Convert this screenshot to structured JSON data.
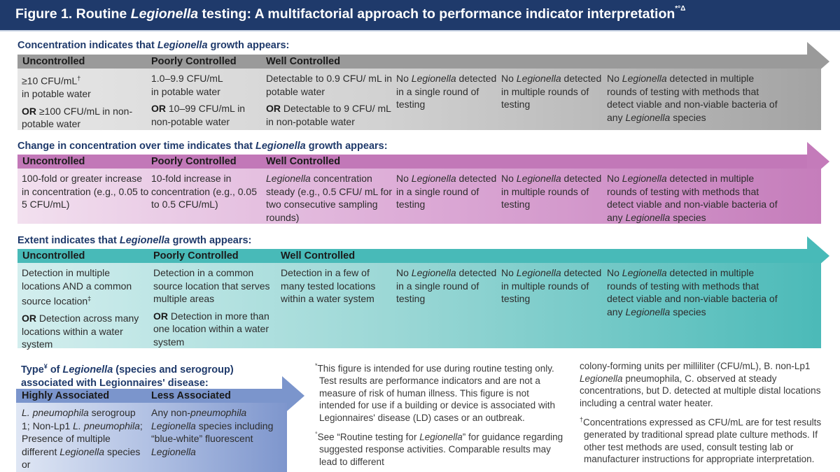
{
  "figure": {
    "title_prefix": "Figure 1. Routine ",
    "title_italic": "Legionella",
    "title_suffix": " testing: A multifactorial approach to performance indicator interpretation",
    "title_marks": "*°Δ"
  },
  "sections": [
    {
      "id": "concentration",
      "heading_prefix": "Concentration indicates that ",
      "heading_italic": "Legionella",
      "heading_suffix": " growth appears:",
      "color": "#9a9a9a",
      "columns": [
        "Uncontrolled",
        "Poorly Controlled",
        "Well Controlled"
      ],
      "cells": {
        "uncontrolled_1": "≥10 CFU/mL† in potable water",
        "uncontrolled_1a": "≥10 CFU/mL",
        "uncontrolled_1b": "†",
        "uncontrolled_1c": "in potable water",
        "uncontrolled_2_or": "OR",
        "uncontrolled_2": " ≥100 CFU/mL in non-potable water",
        "poorly_1a": "1.0–9.9 CFU/mL",
        "poorly_1b": "in potable water",
        "poorly_2_or": "OR",
        "poorly_2": " 10–99 CFU/mL in non-potable water",
        "well_1": "Detectable to 0.9 CFU/ mL in potable water",
        "well_2_or": "OR",
        "well_2": " Detectable to 9 CFU/ mL in non-potable water",
        "single_no": "No ",
        "single_italic": "Legionella",
        "single_rest": " detected in a single round of testing",
        "multi_no": "No ",
        "multi_italic": "Legionella",
        "multi_rest": " detected in multiple rounds of testing",
        "viable_no": "No ",
        "viable_italic": "Legionella",
        "viable_rest": " detected in multiple rounds of testing with methods that detect viable and non-viable bacteria of any ",
        "viable_italic2": "Legionella",
        "viable_end": " species"
      }
    },
    {
      "id": "change-over-time",
      "heading_prefix": "Change in concentration over time indicates that ",
      "heading_italic": "Legionella",
      "heading_suffix": " growth appears:",
      "color": "#c278b8",
      "columns": [
        "Uncontrolled",
        "Poorly Controlled",
        "Well Controlled"
      ],
      "cells": {
        "uncontrolled": "100-fold or greater increase in concentration (e.g., 0.05 to 5 CFU/mL)",
        "poorly": "10-fold increase in concentration (e.g., 0.05 to 0.5 CFU/mL)",
        "well_italic": "Legionella",
        "well_rest": " concentration steady (e.g., 0.5 CFU/ mL for two consecutive sampling rounds)",
        "single_no": "No ",
        "single_italic": "Legionella",
        "single_rest": " detected in a single round of testing",
        "multi_no": "No ",
        "multi_italic": "Legionella",
        "multi_rest": " detected in multiple rounds of testing",
        "viable_no": "No ",
        "viable_italic": "Legionella",
        "viable_rest": " detected in multiple rounds of testing with methods that detect viable and non-viable bacteria of any ",
        "viable_italic2": "Legionella",
        "viable_end": " species"
      }
    },
    {
      "id": "extent",
      "heading_prefix": "Extent indicates that ",
      "heading_italic": "Legionella",
      "heading_suffix": " growth appears:",
      "color": "#48bab8",
      "columns": [
        "Uncontrolled",
        "Poorly Controlled",
        "Well Controlled"
      ],
      "cells": {
        "uncontrolled_1": "Detection in multiple locations AND a common source location",
        "uncontrolled_1_mark": "‡",
        "uncontrolled_2_or": "OR",
        "uncontrolled_2": " Detection across many locations within a water system",
        "poorly_1": "Detection in a common source location that serves multiple areas",
        "poorly_2_or": "OR",
        "poorly_2": " Detection in more than one location within a water system",
        "well": "Detection in a few of many tested locations within a water system",
        "single_no": "No ",
        "single_italic": "Legionella",
        "single_rest": " detected in a single round of testing",
        "multi_no": "No ",
        "multi_italic": "Legionella",
        "multi_rest": " detected in multiple rounds of testing",
        "viable_no": "No ",
        "viable_italic": "Legionella",
        "viable_rest": " detected in multiple rounds of testing with methods that detect viable and non-viable bacteria of any ",
        "viable_italic2": "Legionella",
        "viable_end": " species"
      }
    }
  ],
  "type_section": {
    "heading_1": "Type",
    "heading_mark": "¥",
    "heading_2": " of ",
    "heading_italic": "Legionella",
    "heading_3": " (species and serogroup) associated with Legionnaires' disease:",
    "color": "#7b95cc",
    "columns": [
      "Highly Associated",
      "Less Associated"
    ],
    "highly": {
      "a_italic": "L. pneumophila",
      "b": " serogroup 1; Non-Lp1 ",
      "c_italic": "L. pneumophila",
      "d": "; Presence of multiple different ",
      "e_italic": "Legionella",
      "f": " species or"
    },
    "less": {
      "a": "Any non-",
      "b_italic": "pneumophila",
      "c": " ",
      "d_italic": "Legionella",
      "e": " species including “blue-white” fluorescent ",
      "f_italic": "Legionella"
    }
  },
  "footnotes": {
    "star_mark": "*",
    "star_text": "This figure is intended for use during routine testing only. Test results are performance indicators and are not a measure of risk of human illness. This figure is not intended for use if a building or device is associated with Legionnaires' disease (LD) cases or an outbreak.",
    "degree_mark": "°",
    "degree_text_a": "See “Routine testing for ",
    "degree_text_italic": "Legionella",
    "degree_text_b": "” for guidance regarding suggested response activities. Comparable results may lead to different",
    "right_col_a": "colony-forming units per milliliter (CFU/mL), B. non-Lp1 ",
    "right_col_italic": "Legionella",
    "right_col_b": " pneumophila, C. observed at steady concentrations, but D. detected at multiple distal locations including a central water heater.",
    "dagger_mark": "†",
    "dagger_text": "Concentrations expressed as CFU/mL are for test results generated by traditional spread plate culture methods. If other test methods are used, consult testing lab or manufacturer instructions for appropriate interpretation."
  }
}
